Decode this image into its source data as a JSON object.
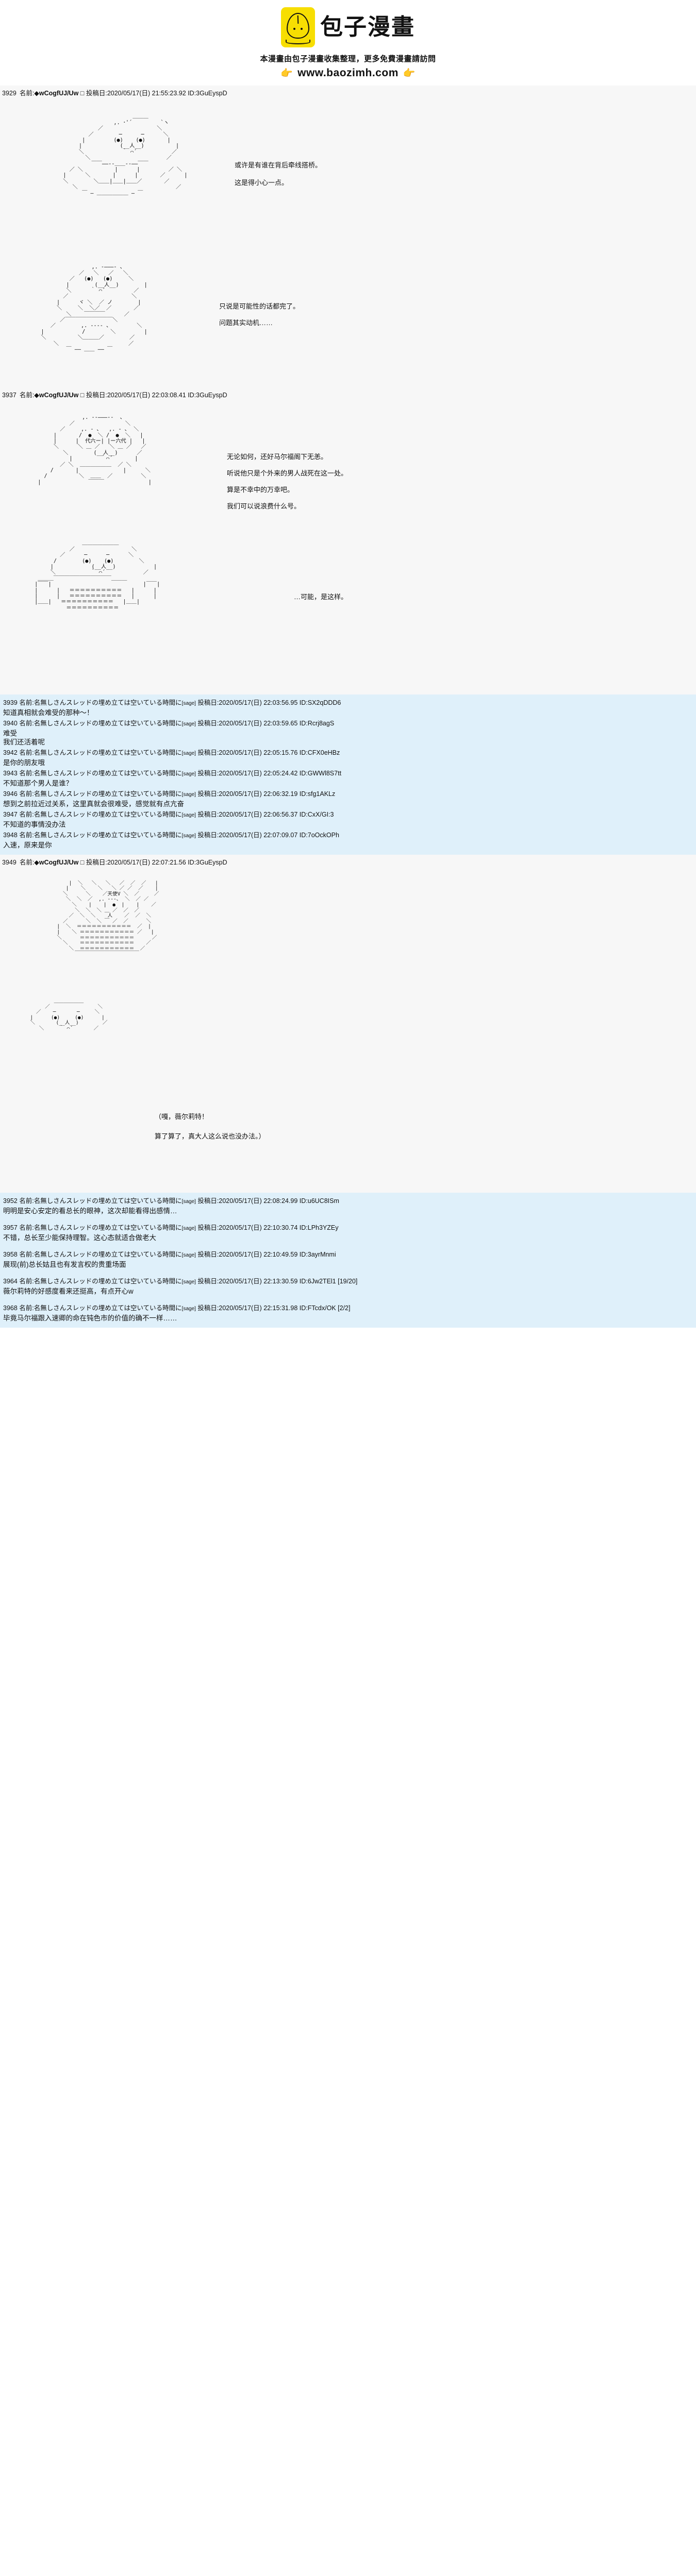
{
  "banner": {
    "logo_icon": "steamed-bun-icon",
    "logo_text": "包子漫畫",
    "line1": "本漫畫由包子漫畫收集整理，更多免費漫畫請訪問",
    "hand_left_icon": "pointing-right-hand-icon",
    "site_url": "www.baozimh.com",
    "hand_right_icon": "pointing-right-hand-icon"
  },
  "posts": [
    {
      "number": "3929",
      "name_label": "名前:",
      "author": "◆wCogfUJ/Uw",
      "mark": "□",
      "date_label": "投稿日:",
      "date": "2020/05/17(日) 21:55:23.92",
      "id": "ID:3GuEyspD",
      "speeches": [
        "或许是有谁在背后牵线搭桥。",
        "这是得小心一点。",
        "只说是可能性的话都完了。",
        "问题其实动机……"
      ],
      "aa": [
        "                                       ＿＿＿",
        "                                 ／        ＼",
        "                              ／  ─      ─  ＼",
        "                            ／    （●）  （●） ＼",
        "                            |       （__人__）    |",
        "                            ＼       ｀ ⌒´    ／",
        "                            ／               ＼",
        "                          ／                   ＼",
        "                        |                       |",
        "                        ＼   ＿＿＿_＿＿＿     ／",
        "                     ／￣￣￣￣￣￣￣￣￣￣￣＼",
        "                  ／                              ＼",
        "               ／        ,. -‐‐- 、            ＼",
        "            ／         /        ＼            ＼",
        "          |           /            |              |",
        "          ＼        |             |           ／",
        "             ＼     ＼          ／        ／",
        "                ￣￣―--- ＿＿＿ ---―￣￣"
      ]
    },
    {
      "number": "3937",
      "name_label": "名前:",
      "author": "◆wCogfUJ/Uw",
      "mark": "□",
      "date_label": "投稿日:",
      "date": "2020/05/17(日) 22:03:08.41",
      "id": "ID:3GuEyspD",
      "speeches": [
        "无论如何，还好马尔福阁下无恙。",
        "听说他只是个外来的男人战死在这一处。",
        "算是不幸中的万幸吧。",
        "我们可以说浪费什么号。",
        "…可能，是这样。"
      ],
      "aa": [
        "                     ,. -―-  、",
        "                  /          ＼",
        "               /    ,. ‐ ､     ＼",
        "             |     /  ●  ＼      |",
        "             |    |   代六ー|     |",
        "              ＼   ＼     ／     ／",
        "                ＼   ￣￣     ／",
        "                  |           |",
        "               ／ ＼ ＿＿＿ ／ ＼",
        "            /     |         |    ＼",
        "          /        ＼ ＿ ／        ＼"
      ]
    },
    {
      "number": "3949",
      "name_label": "名前:",
      "author": "◆wCogfUJ/Uw",
      "mark": "□",
      "date_label": "投稿日:",
      "date": "2020/05/17(日) 22:07:21.56",
      "id": "ID:3GuEyspD",
      "speeches": [
        "（嘎，薇尔莉特！",
        "算了算了，真大人这么说也没办法。）"
      ],
      "aa": [
        "                    ／￣￣￣￣＼",
        "                 ／   ,.--、     ＼",
        "              |    /  ●  ● ＼     |",
        "              |   |    人      |    |",
        "               ＼  ＼  ￣￣  ／   ／",
        "                 ＼  ￣￣￣￣   ／"
      ]
    }
  ],
  "comments_group_1": [
    {
      "number": "3939",
      "name_label": "名前:",
      "author": "名無しさんスレッドの埋め立ては空いている時間に",
      "sage": "[sage]",
      "date_label": "投稿日:",
      "date": "2020/05/17(日) 22:03:56.95",
      "id": "ID:SX2qDDD6",
      "body": [
        "知道真相就会难受的那种～！"
      ]
    },
    {
      "number": "3940",
      "name_label": "名前:",
      "author": "名無しさんスレッドの埋め立ては空いている時間に",
      "sage": "[sage]",
      "date_label": "投稿日:",
      "date": "2020/05/17(日) 22:03:59.65",
      "id": "ID:Rcrj8agS",
      "body": [
        "难受",
        "我们还活着呢"
      ]
    },
    {
      "number": "3942",
      "name_label": "名前:",
      "author": "名無しさんスレッドの埋め立ては空いている時間に",
      "sage": "[sage]",
      "date_label": "投稿日:",
      "date": "2020/05/17(日) 22:05:15.76",
      "id": "ID:CFX0eHBz",
      "body": [
        "是你的朋友哦"
      ]
    },
    {
      "number": "3943",
      "name_label": "名前:",
      "author": "名無しさんスレッドの埋め立ては空いている時間に",
      "sage": "[sage]",
      "date_label": "投稿日:",
      "date": "2020/05/17(日) 22:05:24.42",
      "id": "ID:GWWl8S7tt",
      "body": [
        "不知道那个男人是谁？"
      ]
    },
    {
      "number": "3946",
      "name_label": "名前:",
      "author": "名無しさんスレッドの埋め立ては空いている時間に",
      "sage": "[sage]",
      "date_label": "投稿日:",
      "date": "2020/05/17(日) 22:06:32.19",
      "id": "ID:sfg1AKLz",
      "body": [
        "想到之前拉近过关系，这里真就会很难受，感觉就有点亢奋"
      ]
    },
    {
      "number": "3947",
      "name_label": "名前:",
      "author": "名無しさんスレッドの埋め立ては空いている時間に",
      "sage": "[sage]",
      "date_label": "投稿日:",
      "date": "2020/05/17(日) 22:06:56.37",
      "id": "ID:CxX/GI:3",
      "body": [
        "不知道的事情没办法"
      ]
    },
    {
      "number": "3948",
      "name_label": "名前:",
      "author": "名無しさんスレッドの埋め立ては空いている時間に",
      "sage": "[sage]",
      "date_label": "投稿日:",
      "date": "2020/05/17(日) 22:07:09.07",
      "id": "ID:7oOckOPh",
      "body": [
        "入速，原来是你"
      ]
    }
  ],
  "comments_group_2": [
    {
      "number": "3952",
      "name_label": "名前:",
      "author": "名無しさんスレッドの埋め立ては空いている時間に",
      "sage": "[sage]",
      "date_label": "投稿日:",
      "date": "2020/05/17(日) 22:08:24.99",
      "id": "ID:u6UC8ISm",
      "body": [
        "明明是安心安定的看总长的眼神，这次却能看得出感情…"
      ]
    },
    {
      "number": "3957",
      "name_label": "名前:",
      "author": "名無しさんスレッドの埋め立ては空いている時間に",
      "sage": "[sage]",
      "date_label": "投稿日:",
      "date": "2020/05/17(日) 22:10:30.74",
      "id": "ID:LPh3YZEy",
      "body": [
        "不错，总长至少能保持理智。这心态就适合做老大"
      ]
    },
    {
      "number": "3958",
      "name_label": "名前:",
      "author": "名無しさんスレッドの埋め立ては空いている時間に",
      "sage": "[sage]",
      "date_label": "投稿日:",
      "date": "2020/05/17(日) 22:10:49.59",
      "id": "ID:3ayrMnmi",
      "body": [
        "展现(前)总长姑且也有发言权的贵重场面"
      ]
    },
    {
      "number": "3964",
      "name_label": "名前:",
      "author": "名無しさんスレッドの埋め立ては空いている時間に",
      "sage": "[sage]",
      "date_label": "投稿日:",
      "date": "2020/05/17(日) 22:13:30.59",
      "id": "ID:6Jw2TEl1",
      "pages": "[19/20]",
      "body": [
        "薇尔莉特的好感度看来还挺高，有点开心w"
      ]
    },
    {
      "number": "3968",
      "name_label": "名前:",
      "author": "名無しさんスレッドの埋め立ては空いている時間に",
      "sage": "[sage]",
      "date_label": "投稿日:",
      "date": "2020/05/17(日) 22:15:31.98",
      "id": "ID:FTcdx/OK",
      "pages": "[2/2]",
      "body": [
        "毕竟马尔福跟入速卿的命在钝色市的价值的确不一样……"
      ]
    }
  ],
  "colors": {
    "banner_bg": "#FFFFFF",
    "thread_bg": "#F7F7F7",
    "comment_bg": "#DFF0FA",
    "logo_yellow": "#F7DE02",
    "text": "#111111"
  }
}
